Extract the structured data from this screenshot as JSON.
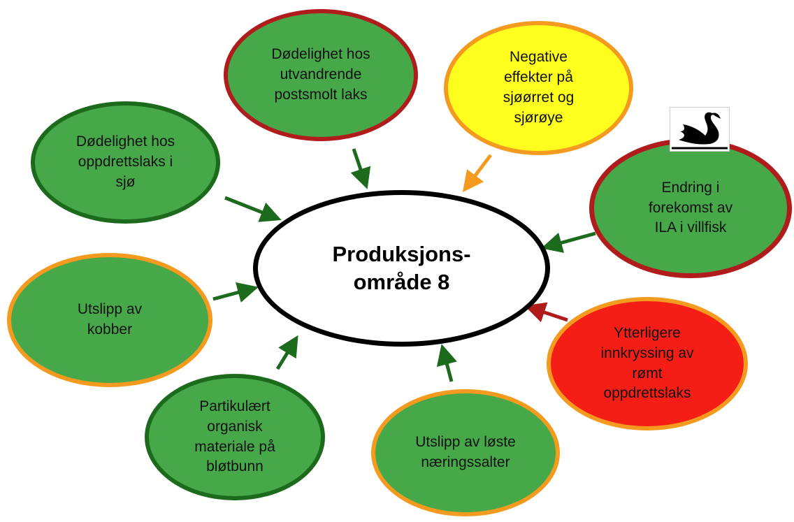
{
  "center": {
    "line1": "Produksjons-",
    "line2": "område 8"
  },
  "nodes": {
    "dod_oppdrett": {
      "lines": [
        "Dødelighet hos",
        "oppdrettslaks i",
        "sjø"
      ]
    },
    "dod_postsmolt": {
      "lines": [
        "Dødelighet hos",
        "utvandrende",
        "postsmolt laks"
      ]
    },
    "negative": {
      "lines": [
        "Negative",
        "effekter på",
        "sjøørret og",
        "sjørøye"
      ]
    },
    "ila": {
      "lines": [
        "Endring i",
        "forekomst av",
        "ILA i villfisk"
      ]
    },
    "kobber": {
      "lines": [
        "Utslipp av",
        "kobber"
      ]
    },
    "partikulaert": {
      "lines": [
        "Partikulært",
        "organisk",
        "materiale på",
        "bløtbunn"
      ]
    },
    "naering": {
      "lines": [
        "Utslipp av løste",
        "næringssalter"
      ]
    },
    "innkryssing": {
      "lines": [
        "Ytterligere",
        "innkryssing av",
        "rømt",
        "oppdrettslaks"
      ]
    }
  },
  "colors": {
    "green_fill": "#46a848",
    "yellow_fill": "#ffff1f",
    "red_fill": "#f51e16",
    "border_green": "#1c6a1c",
    "border_red": "#b01c1c",
    "border_orange": "#f39a1f",
    "arrow_green": "#1c6a1c",
    "arrow_orange": "#f39a1f",
    "arrow_red": "#b01c1c"
  },
  "icons": {
    "swan": "black-swan-icon"
  }
}
